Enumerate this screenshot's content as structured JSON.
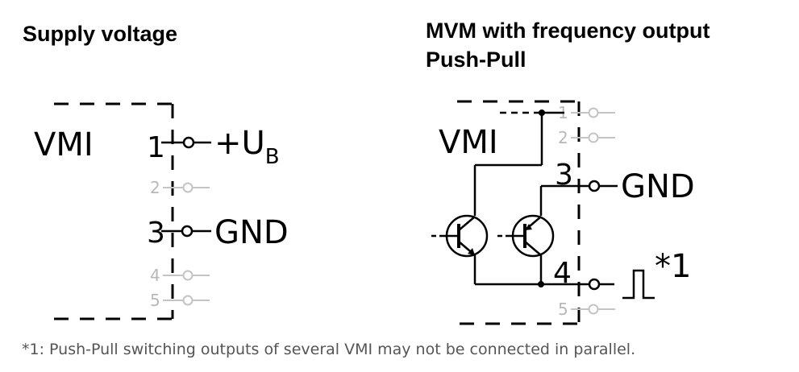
{
  "left_panel": {
    "title": "Supply voltage",
    "device": "VMI",
    "pins": [
      {
        "num": "1",
        "label": "+U",
        "sub": "B",
        "active": true
      },
      {
        "num": "2",
        "label": "",
        "active": false
      },
      {
        "num": "3",
        "label": "GND",
        "active": true
      },
      {
        "num": "4",
        "label": "",
        "active": false
      },
      {
        "num": "5",
        "label": "",
        "active": false
      }
    ]
  },
  "right_panel": {
    "title_line1": "MVM with frequency output",
    "title_line2": "Push-Pull",
    "device": "VMI",
    "pins": [
      {
        "num": "1",
        "label": "",
        "active": false
      },
      {
        "num": "2",
        "label": "",
        "active": false
      },
      {
        "num": "3",
        "label": "GND",
        "active": true
      },
      {
        "num": "4",
        "label": "*1",
        "active": true
      },
      {
        "num": "5",
        "label": "",
        "active": false
      }
    ]
  },
  "footnote": "*1: Push-Pull switching outputs of several VMI may not be connected in parallel."
}
